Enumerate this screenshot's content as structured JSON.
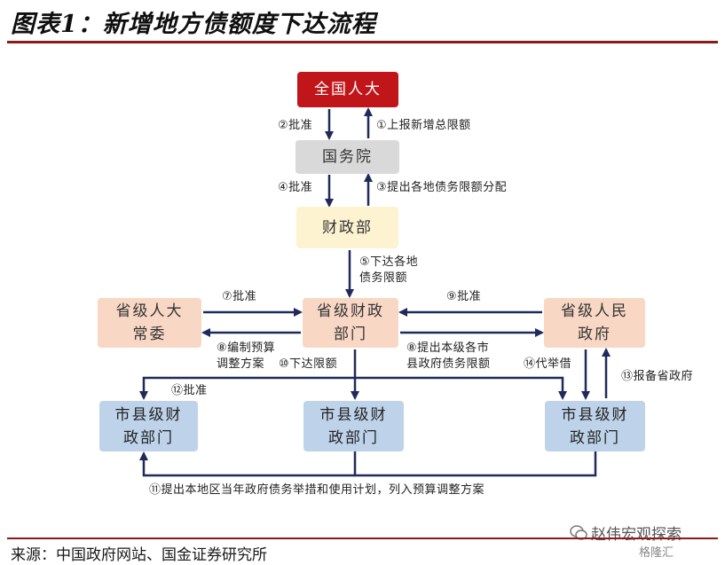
{
  "title": "图表1：新增地方债额度下达流程",
  "source": "来源：中国政府网站、国金证券研究所",
  "watermark": "赵伟宏观探索",
  "watermark2": "格隆汇",
  "colors": {
    "frame": "#8b1a1a",
    "arrow": "#1f2a5a",
    "npc": "#c0161a",
    "state_council": "#d9d9d9",
    "mof": "#fdf3d1",
    "provincial": "#f9d7c5",
    "city": "#bed3ea"
  },
  "nodes": {
    "npc": "全国人大",
    "state_council": "国务院",
    "mof": "财政部",
    "prov_npc": [
      "省级人大",
      "常委"
    ],
    "prov_finance": [
      "省级财政",
      "部门"
    ],
    "prov_gov": [
      "省级人民",
      "政府"
    ],
    "city_finance_a": [
      "市县级财",
      "政部门"
    ],
    "city_finance_b": [
      "市县级财",
      "政部门"
    ],
    "city_gov": [
      "市县级财",
      "政部门"
    ]
  },
  "steps": {
    "s1": "①上报新增总限额",
    "s2": "②批准",
    "s3": "③提出各地债务限额分配",
    "s4": "④批准",
    "s5": [
      "⑤下达各地",
      "债务限额"
    ],
    "s7": "⑦批准",
    "s8a": [
      "⑧编制预算",
      "调整方案"
    ],
    "s10": "⑩下达限额",
    "s9": "⑨批准",
    "s8b": [
      "⑧提出本级各市",
      "县政府债务限额"
    ],
    "s14": "⑭代举借",
    "s13": "⑬报备省政府",
    "s12": "⑫批准",
    "s11": "⑪提出本地区当年政府债务举措和使用计划，列入预算调整方案"
  }
}
